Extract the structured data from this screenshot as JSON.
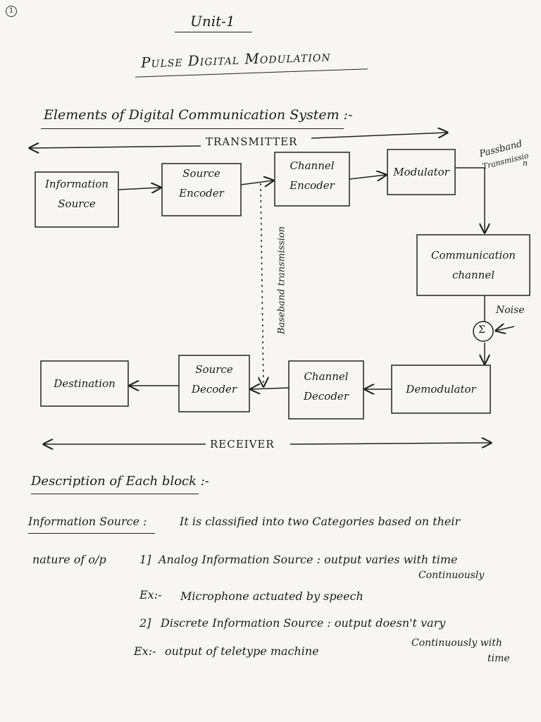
{
  "page_number": "1",
  "header": {
    "unit": "Unit-1",
    "title": "Pulse Digital Modulation"
  },
  "section_title": "Elements of Digital Communication System :-",
  "diagram": {
    "transmitter_label": "TRANSMITTER",
    "receiver_label": "RECEIVER",
    "passband_label_1": "Passband",
    "passband_label_2": "Transmissio",
    "passband_label_3": "n",
    "baseband_label": "Baseband transmission",
    "noise_label": "Noise",
    "sum_symbol": "Σ",
    "blocks": {
      "info_source": [
        "Information",
        "Source"
      ],
      "source_encoder": [
        "Source",
        "Encoder"
      ],
      "channel_encoder": [
        "Channel",
        "Encoder"
      ],
      "modulator": [
        "Modulator"
      ],
      "comm_channel": [
        "Communication",
        "channel"
      ],
      "demodulator": [
        "Demodulator"
      ],
      "channel_decoder": [
        "Channel",
        "Decoder"
      ],
      "source_decoder": [
        "Source",
        "Decoder"
      ],
      "destination": [
        "Destination"
      ]
    }
  },
  "description": {
    "heading": "Description of Each block :-",
    "info_source_term": "Information Source :",
    "info_source_text_1": "It is classified into two Categories based on their",
    "info_source_text_2": "nature of o/p",
    "item1_num": "1]",
    "item1_text": "Analog Information Source : output varies with time",
    "item1_cont": "Continuously",
    "ex1_label": "Ex:-",
    "ex1_text": "Microphone actuated by speech",
    "item2_num": "2]",
    "item2_text": "Discrete Information Source : output doesn't vary",
    "item2_cont_1": "Continuously with",
    "item2_cont_2": "time",
    "ex2_label": "Ex:-",
    "ex2_text": "output of teletype machine"
  }
}
